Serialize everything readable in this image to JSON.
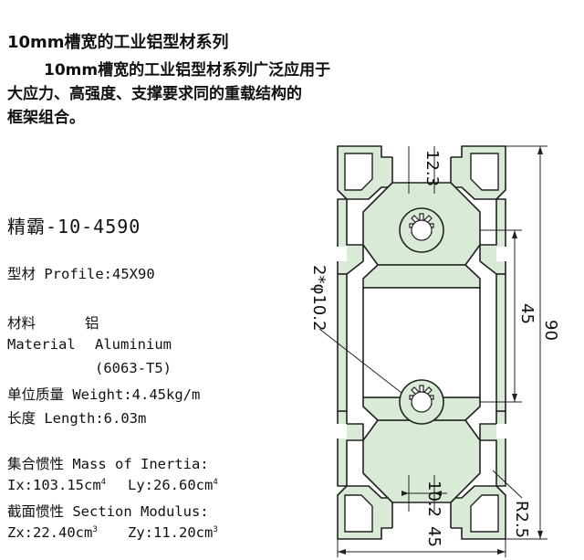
{
  "title": "10mm槽宽的工业铝型材系列",
  "description": {
    "line1": "10mm槽宽的工业铝型材系列广泛应用于",
    "line2": "大应力、高强度、支撑要求同的重载结构的",
    "line3": "框架组合。"
  },
  "model": "精霸-10-4590",
  "specs": {
    "profile": "型材 Profile:45X90",
    "material_cn_label": "材料",
    "material_cn_value": "铝",
    "material_en_label": "Material",
    "material_en_value": "Aluminium",
    "material_grade": "(6063-T5)",
    "weight": "单位质量 Weight:4.45kg/m",
    "length": "长度 Length:6.03m",
    "inertia_title": "集合惯性 Mass of Inertia:",
    "ix": "Ix:103.15cm",
    "ix_exp": "4",
    "ly": "Ly:26.60cm",
    "ly_exp": "4",
    "modulus_title": "截面惯性 Section Modulus:",
    "zx": "Zx:22.40cm",
    "zx_exp": "3",
    "zy": "Zy:11.20cm",
    "zy_exp": "3"
  },
  "drawing": {
    "dim_slot_top": "12.3",
    "dim_height": "90",
    "dim_middle": "45",
    "dim_hole": "2*φ10.2",
    "dim_slot_bottom": "10.2",
    "dim_width": "45",
    "dim_radius": "R2.5"
  },
  "colors": {
    "profile_fill": "#d9ead6",
    "profile_stroke": "#222222"
  }
}
